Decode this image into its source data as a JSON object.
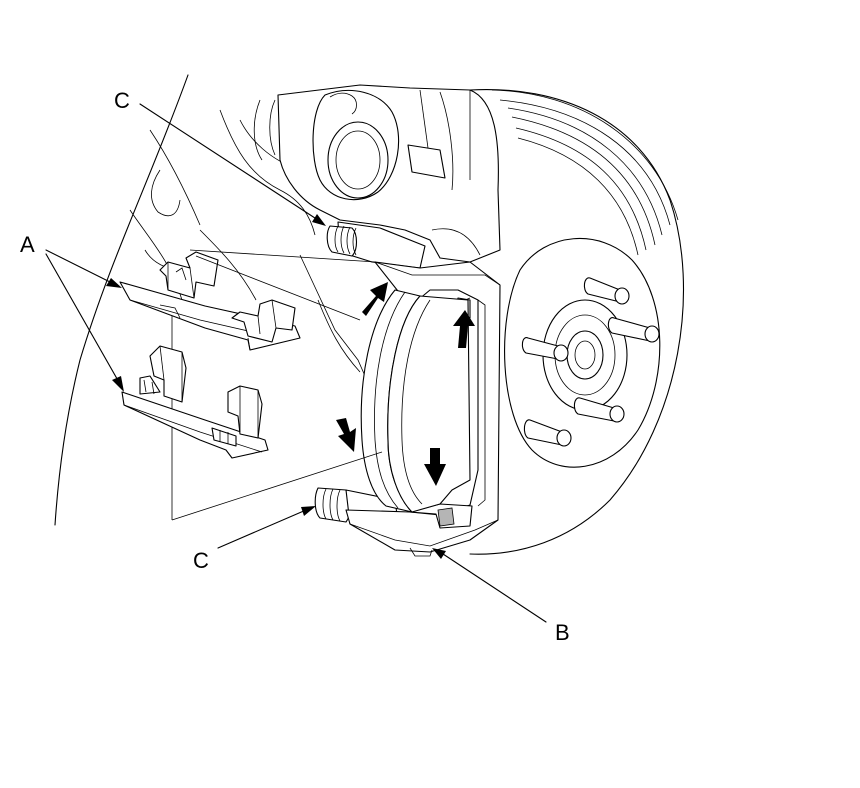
{
  "callouts": {
    "a": "A",
    "b": "B",
    "c_top": "C",
    "c_bottom": "C"
  },
  "icons": {
    "arrow": "black-arrow-icon"
  }
}
